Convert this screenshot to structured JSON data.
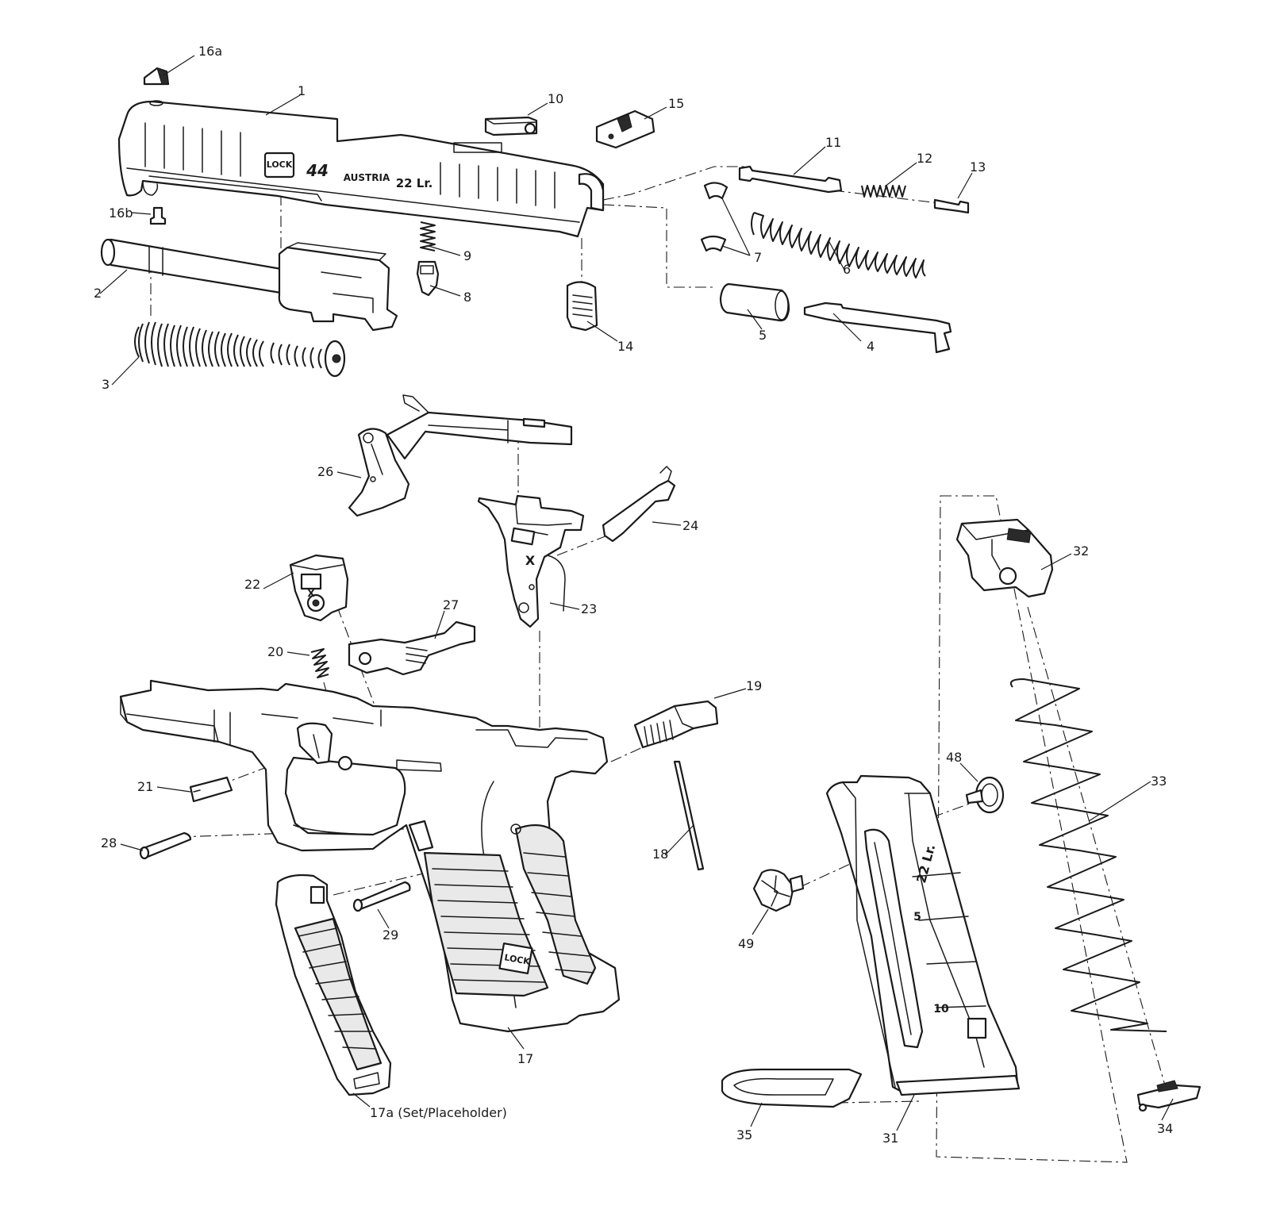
{
  "diagram": {
    "callouts": [
      {
        "id": "1",
        "text": "1"
      },
      {
        "id": "2",
        "text": "2"
      },
      {
        "id": "3",
        "text": "3"
      },
      {
        "id": "4",
        "text": "4"
      },
      {
        "id": "5",
        "text": "5"
      },
      {
        "id": "6",
        "text": "6"
      },
      {
        "id": "7",
        "text": "7"
      },
      {
        "id": "8",
        "text": "8"
      },
      {
        "id": "9",
        "text": "9"
      },
      {
        "id": "10",
        "text": "10"
      },
      {
        "id": "11",
        "text": "11"
      },
      {
        "id": "12",
        "text": "12"
      },
      {
        "id": "13",
        "text": "13"
      },
      {
        "id": "14",
        "text": "14"
      },
      {
        "id": "15",
        "text": "15"
      },
      {
        "id": "16a",
        "text": "16a"
      },
      {
        "id": "16b",
        "text": "16b"
      },
      {
        "id": "17",
        "text": "17"
      },
      {
        "id": "17a",
        "text": "17a (Set/Placeholder)"
      },
      {
        "id": "18",
        "text": "18"
      },
      {
        "id": "19",
        "text": "19"
      },
      {
        "id": "20",
        "text": "20"
      },
      {
        "id": "21",
        "text": "21"
      },
      {
        "id": "22",
        "text": "22"
      },
      {
        "id": "23",
        "text": "23"
      },
      {
        "id": "24",
        "text": "24"
      },
      {
        "id": "26",
        "text": "26"
      },
      {
        "id": "27",
        "text": "27"
      },
      {
        "id": "28",
        "text": "28"
      },
      {
        "id": "29",
        "text": "29"
      },
      {
        "id": "31",
        "text": "31"
      },
      {
        "id": "32",
        "text": "32"
      },
      {
        "id": "33",
        "text": "33"
      },
      {
        "id": "34",
        "text": "34"
      },
      {
        "id": "35",
        "text": "35"
      },
      {
        "id": "48",
        "text": "48"
      },
      {
        "id": "49",
        "text": "49"
      }
    ],
    "slide_markings": {
      "logo": "LOCK",
      "model": "44",
      "country": "AUSTRIA",
      "caliber": "22 Lr."
    },
    "magazine_markings": {
      "caliber": "22 Lr.",
      "count_5": "5",
      "count_10": "10"
    },
    "trigger_housing_marking": "X",
    "frame_logo": "LOCK"
  }
}
